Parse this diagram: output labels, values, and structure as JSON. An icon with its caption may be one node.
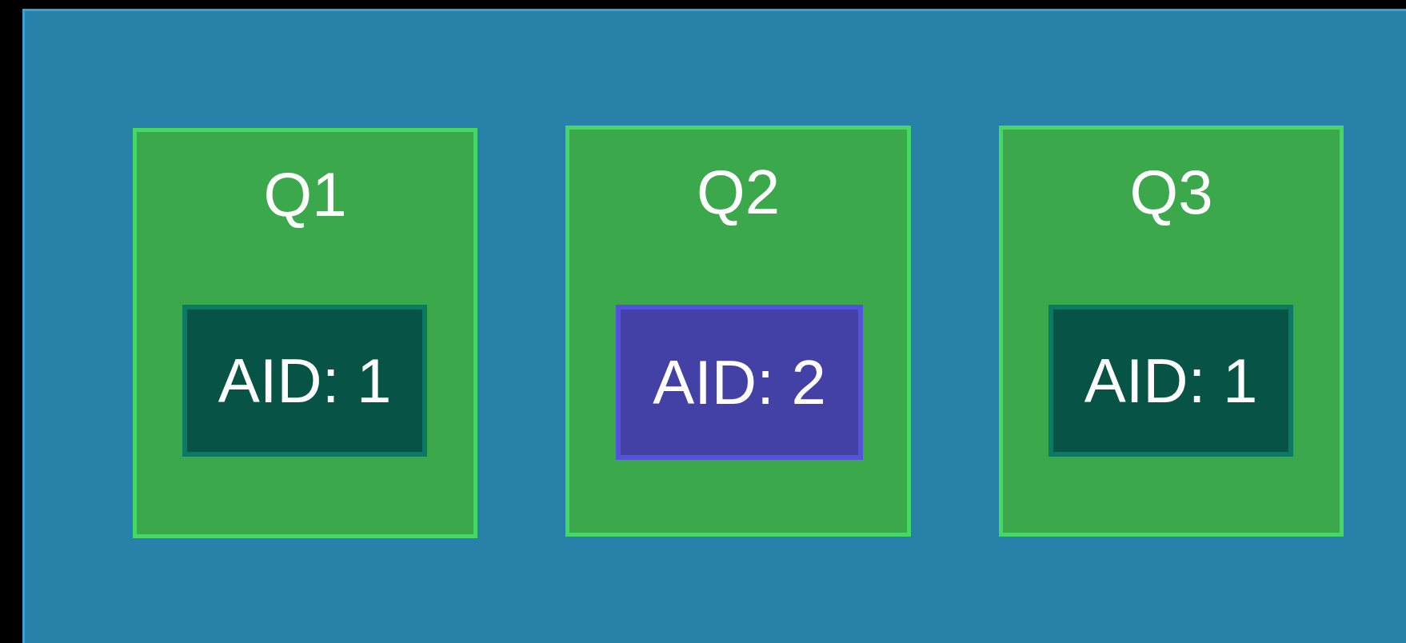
{
  "diagram": {
    "nodes": [
      {
        "text": [],
        "shape": "box"
      },
      {
        "text": [
          "Q1"
        ],
        "in": 0
      },
      {
        "text": [
          "AID: 1"
        ],
        "in": 1
      },
      {
        "text": [
          "Q2"
        ],
        "in": 0
      },
      {
        "text": [
          "AID: 2"
        ],
        "in": 3
      },
      {
        "text": [
          "Q3"
        ],
        "in": 0
      },
      {
        "text": [
          "AID: 1"
        ],
        "in": 5
      }
    ]
  }
}
